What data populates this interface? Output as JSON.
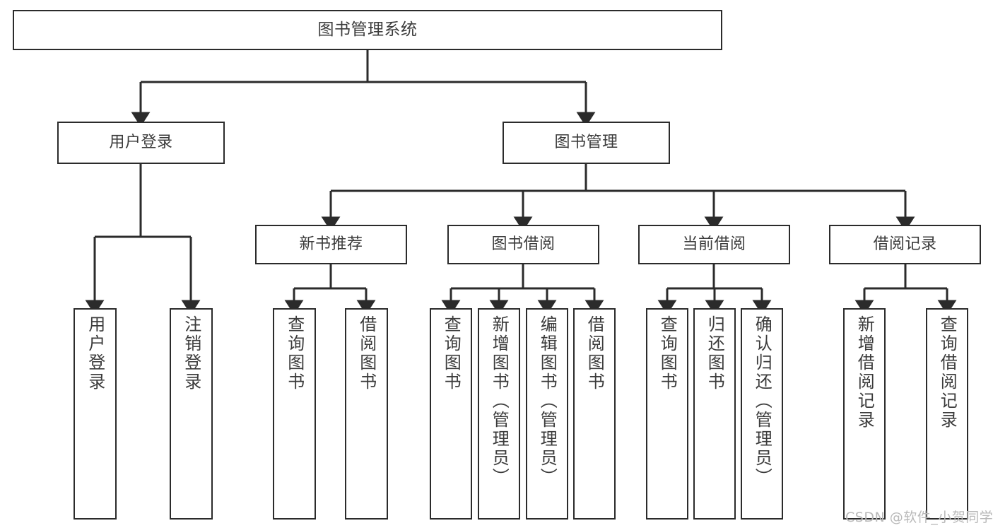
{
  "diagram": {
    "title": "图书管理系统",
    "type": "tree-hierarchy-diagram",
    "stroke_color": "#2b2b2b",
    "text_color": "#3b3b3b",
    "background_color": "#ffffff"
  },
  "nodes": {
    "root": {
      "label": "图书管理系统"
    },
    "level2": [
      {
        "label": "用户登录"
      },
      {
        "label": "图书管理"
      }
    ],
    "level3": [
      {
        "label": "新书推荐"
      },
      {
        "label": "图书借阅"
      },
      {
        "label": "当前借阅"
      },
      {
        "label": "借阅记录"
      }
    ],
    "leaves_user_login": [
      {
        "label": "用户登录"
      },
      {
        "label": "注销登录"
      }
    ],
    "leaves_new_book": [
      {
        "label": "查询图书"
      },
      {
        "label": "借阅图书"
      }
    ],
    "leaves_borrow": [
      {
        "label": "查询图书"
      },
      {
        "label": "新增图书（管理员）"
      },
      {
        "label": "编辑图书（管理员）"
      },
      {
        "label": "借阅图书"
      }
    ],
    "leaves_current": [
      {
        "label": "查询图书"
      },
      {
        "label": "归还图书"
      },
      {
        "label": "确认归还（管理员）"
      }
    ],
    "leaves_records": [
      {
        "label": "新增借阅记录"
      },
      {
        "label": "查询借阅记录"
      }
    ]
  },
  "watermark": {
    "text": "CSDN @软件_小贺同学"
  }
}
